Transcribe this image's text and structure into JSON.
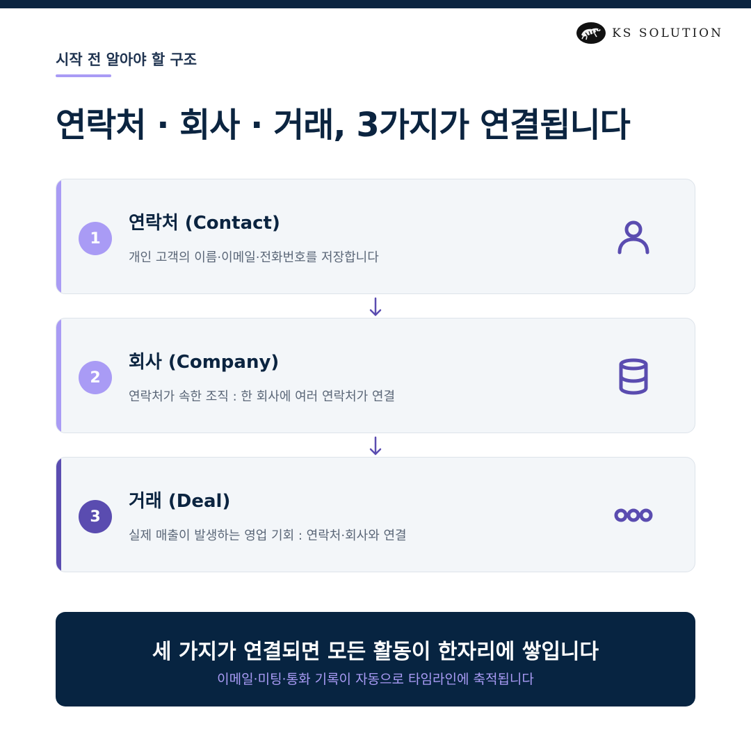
{
  "brand": {
    "name": "KS SOLUTION",
    "logo_icon": "tiger-icon"
  },
  "header": {
    "kicker": "시작 전 알아야 할 구조",
    "title": "연락처 · 회사 · 거래, 3가지가 연결됩니다"
  },
  "colors": {
    "navy": "#0b2440",
    "accent_light": "#a99bf5",
    "accent_dark": "#5a4cb0",
    "card_bg": "#f3f6f9"
  },
  "cards": [
    {
      "number": "1",
      "title": "연락처 (Contact)",
      "description": "개인 고객의 이름·이메일·전화번호를 저장합니다",
      "icon": "person-icon"
    },
    {
      "number": "2",
      "title": "회사 (Company)",
      "description": "연락처가 속한 조직 : 한 회사에 여러 연락처가 연결",
      "icon": "database-icon"
    },
    {
      "number": "3",
      "title": "거래 (Deal)",
      "description": "실제 매출이 발생하는 영업 기회 : 연락처·회사와 연결",
      "icon": "chain-links-icon"
    }
  ],
  "banner": {
    "main": "세 가지가 연결되면 모든 활동이 한자리에 쌓입니다",
    "sub": "이메일·미팅·통화 기록이 자동으로 타임라인에 축적됩니다"
  }
}
